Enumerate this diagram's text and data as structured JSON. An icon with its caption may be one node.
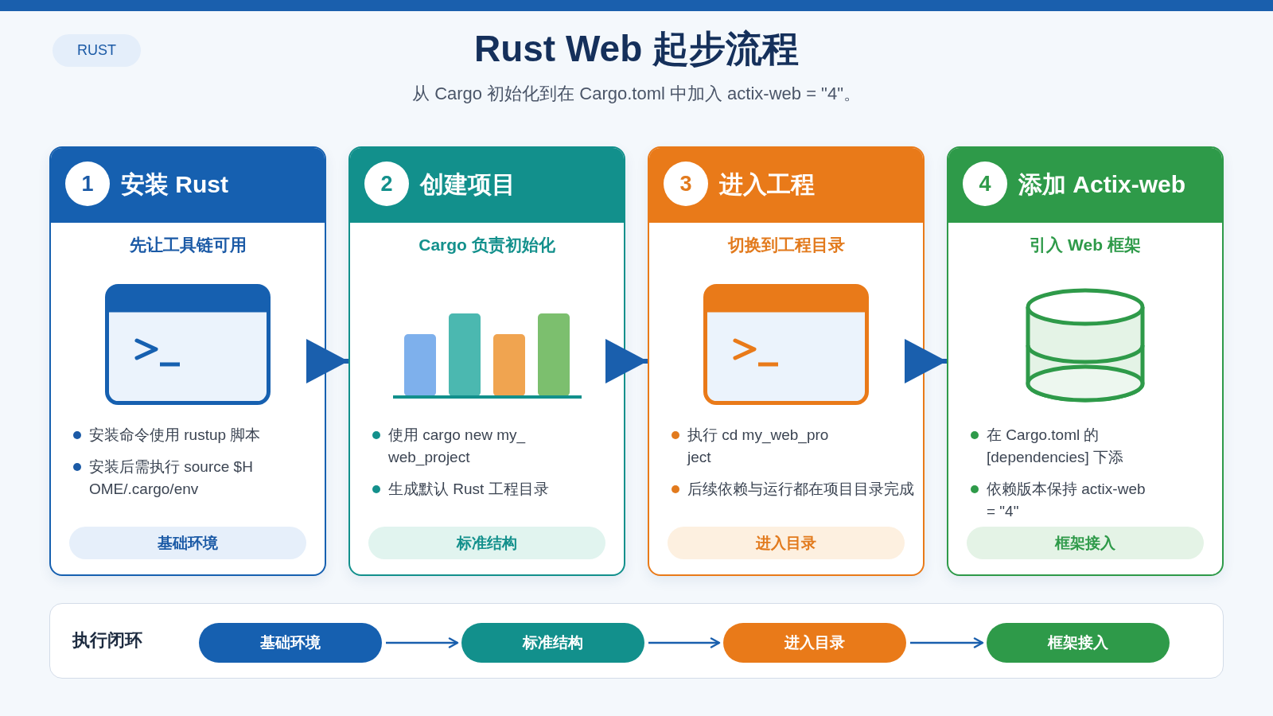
{
  "diagram": {
    "title": "Rust Web 起步流程",
    "nodes": [
      {
        "text": [
          "RUST"
        ]
      },
      {
        "text": [
          "安装 Rust",
          "先让工具链可用",
          "安装命令使用 rustup 脚本",
          "安装后需执行 source $HOME/.cargo/env"
        ]
      },
      {
        "text": [
          "1"
        ],
        "in": 1
      },
      {
        "text": [
          "基础环境"
        ],
        "in": 1
      },
      {
        "text": [
          "创建项目",
          "Cargo 负责初始化",
          "使用 cargo new my_web_project",
          "生成默认 Rust 工程目录"
        ]
      },
      {
        "text": [
          "2"
        ],
        "in": 4
      },
      {
        "text": [
          "标准结构"
        ],
        "in": 4
      },
      {
        "text": [
          "进入工程",
          "切换到工程目录",
          "执行 cd my_web_project",
          "后续依赖与运行都在项目目录完成"
        ]
      },
      {
        "text": [
          "3"
        ],
        "in": 7
      },
      {
        "text": [
          "进入目录"
        ],
        "in": 7
      },
      {
        "text": [
          "添加 Actix-web",
          "引入 Web 框架",
          "在 Cargo.toml 的 [dependencies] 下添",
          "依赖版本保持 actix-web = \"4\""
        ]
      },
      {
        "text": [
          "4"
        ],
        "in": 10
      },
      {
        "text": [
          "框架接入"
        ],
        "in": 10
      },
      {
        "text": [
          "执行闭环"
        ]
      },
      {
        "text": [
          "基础环境"
        ],
        "in": 13
      },
      {
        "text": [
          "标准结构"
        ],
        "in": 13
      },
      {
        "text": [
          "进入目录"
        ],
        "in": 13
      },
      {
        "text": [
          "框架接入"
        ],
        "in": 13
      },
      {
        "text": [],
        "shape": "bar"
      }
    ],
    "edges": [
      {
        "from": 1,
        "to": 4,
        "arrow": "to",
        "style": "thick"
      },
      {
        "from": 4,
        "to": 7,
        "arrow": "to",
        "style": "thick"
      },
      {
        "from": 7,
        "to": 10,
        "arrow": "to",
        "style": "thick"
      },
      {
        "from": 14,
        "to": 15,
        "arrow": "to"
      },
      {
        "from": 15,
        "to": 16,
        "arrow": "to"
      },
      {
        "from": 16,
        "to": 17,
        "arrow": "to"
      }
    ],
    "labels": [
      "从 Cargo 初始化到在 Cargo.toml 中加入 actix-web = \"4\"。"
    ]
  }
}
